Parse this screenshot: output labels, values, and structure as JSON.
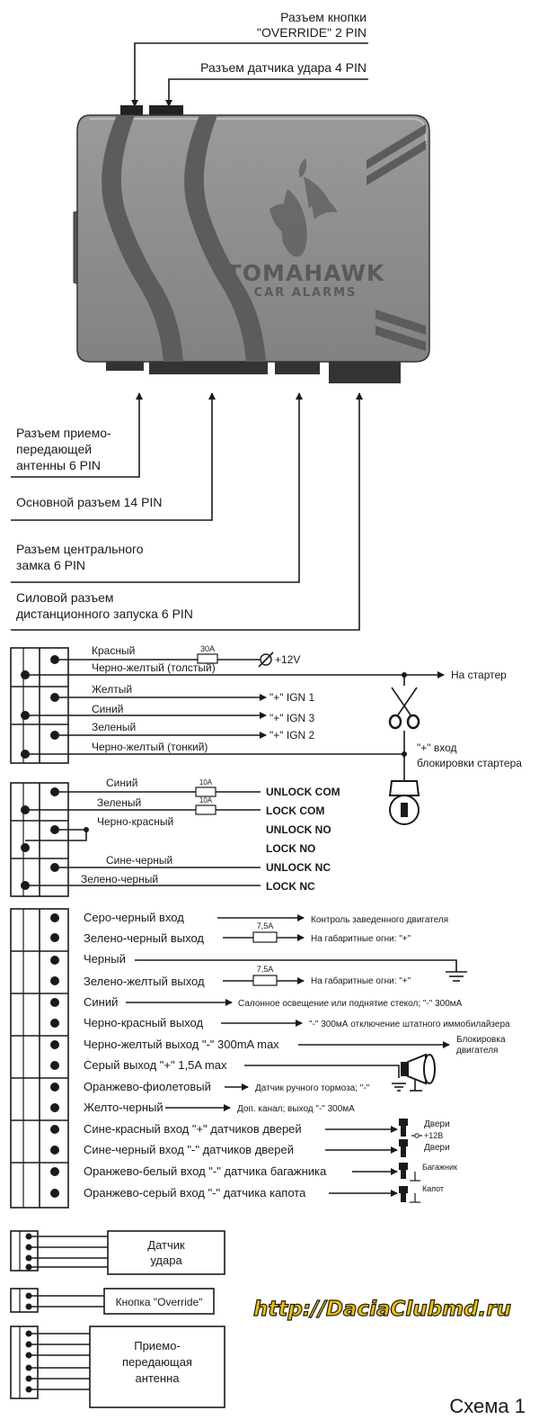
{
  "top_labels": {
    "override_line1": "Разъем кнопки",
    "override_line2": "\"OVERRIDE\" 2 PIN",
    "shock": "Разъем датчика удара 4 PIN"
  },
  "unit": {
    "brand": "TOMAHAWK",
    "sub": "CAR ALARMS",
    "body_color": "#8c8c8c"
  },
  "bottom_labels": {
    "antenna_line1": "Разъем приемо-",
    "antenna_line2": "передающей",
    "antenna_line3": "антенны 6 PIN",
    "main": "Основной разъем 14 PIN",
    "lock_line1": "Разъем центрального",
    "lock_line2": "замка 6 PIN",
    "power_line1": "Силовой разъем",
    "power_line2": "дистанционного запуска 6 PIN"
  },
  "power_block": {
    "wires": [
      "Красный",
      "Черно-желтый (толстый)",
      "Желтый",
      "Синий",
      "Зеленый",
      "Черно-желтый (тонкий)"
    ],
    "fuse": "30A",
    "plus12": "+12V",
    "starter": "На стартер",
    "ign1": "\"+\" IGN 1",
    "ign3": "\"+\" IGN 3",
    "ign2": "\"+\" IGN 2",
    "block_in_line1": "\"+\" вход",
    "block_in_line2": "блокировки стартера"
  },
  "lock_block": {
    "wires": [
      "Синий",
      "Зеленый",
      "Черно-красный",
      "Сине-черный",
      "Зелено-черный"
    ],
    "fuse": "10A",
    "outputs": [
      "UNLOCK COM",
      "LOCK COM",
      "UNLOCK NO",
      "LOCK NO",
      "UNLOCK NC",
      "LOCK NC"
    ]
  },
  "main_block": {
    "wires": [
      "Серо-черный вход",
      "Зелено-черный выход",
      "Черный",
      "Зелено-желтый выход",
      "Синий",
      "Черно-красный выход",
      "Черно-желтый выход \"-\" 300mA max",
      "Серый выход \"+\" 1,5A max",
      "Оранжево-фиолетовый",
      "Желто-черный",
      "Сине-красный вход \"+\" датчиков дверей",
      "Сине-черный вход \"-\" датчиков дверей",
      "Оранжево-белый вход \"-\" датчика багажника",
      "Оранжево-серый вход \"-\" датчика капота"
    ],
    "fuse": "7,5A",
    "targets": {
      "engine": "Контроль заведенного двигателя",
      "parking1": "На габаритные огни: \"+\"",
      "parking2": "На габаритные огни: \"+\"",
      "interior": "Салонное освещение или поднятие стекол; \"-\" 300мА",
      "immo": "\"-\" 300мА отключение штатного иммобилайзера",
      "engine_block_line1": "Блокировка",
      "engine_block_line2": "двигателя",
      "handbrake": "Датчик ручного тормоза; \"-\"",
      "aux": "Доп. канал; выход \"-\" 300мА",
      "doors": "Двери",
      "plus12": "+12В",
      "doors2": "Двери",
      "trunk": "Багажник",
      "hood": "Капот"
    }
  },
  "small_connectors": {
    "shock_line1": "Датчик",
    "shock_line2": "удара",
    "override": "Кнопка \"Override\"",
    "antenna_line1": "Приемо-",
    "antenna_line2": "передающая",
    "antenna_line3": "антенна"
  },
  "watermark": "http://DaciaClubmd.ru",
  "caption": "Схема 1"
}
